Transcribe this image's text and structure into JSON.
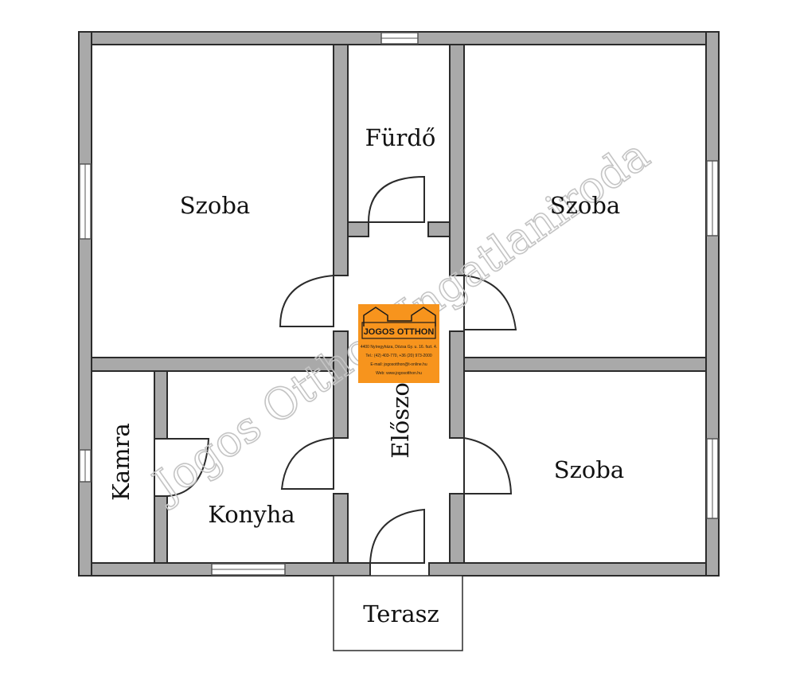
{
  "rooms": {
    "szoba_top_left": "Szoba",
    "furdo": "Fürdő",
    "szoba_top_right": "Szoba",
    "eloszoba": "Előszoba",
    "kamra": "Kamra",
    "konyha": "Konyha",
    "szoba_bottom_right": "Szoba",
    "terasz": "Terasz"
  },
  "watermark": "Jogos Otthon Ingatlaniroda",
  "logo": {
    "title": "JOGOS OTTHON",
    "lines": [
      "4400 Nyíregyháza, Dózsa Gy. u. 16. fszt. 4.",
      "Tel.: (42) 403-770, +36 (20) 973-2000",
      "E-mail: jogosotthon@t-online.hu",
      "Web: www.jogosotthon.hu"
    ],
    "background_color": "#f7941d"
  },
  "colors": {
    "wall_fill": "#a9a9a9",
    "wall_stroke": "#2b2b2b"
  }
}
